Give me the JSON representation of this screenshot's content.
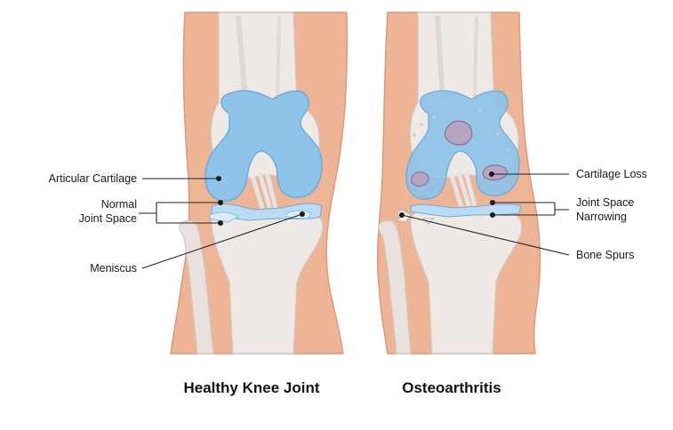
{
  "colors": {
    "skin": "#EDB596",
    "skin_edge": "#D99B7C",
    "bone": "#EFE9E6",
    "bone_shadow": "#DAD2CE",
    "bone_edge": "#D2C8C3",
    "cartilage": "#8EC3EA",
    "cartilage_light": "#B9DCF4",
    "cartilage_edge": "#6FAAD6",
    "damage": "#B7A3C2",
    "damage_edge": "#8E6F86",
    "text": "#1a1a1a"
  },
  "healthy": {
    "caption": "Healthy Knee Joint",
    "labels": {
      "articular_cartilage": "Articular Cartilage",
      "joint_space_line1": "Normal",
      "joint_space_line2": "Joint Space",
      "meniscus": "Meniscus"
    }
  },
  "osteoarthritis": {
    "caption": "Osteoarthritis",
    "labels": {
      "cartilage_loss": "Cartilage Loss",
      "narrowing_line1": "Joint Space",
      "narrowing_line2": "Narrowing",
      "bone_spurs": "Bone Spurs"
    }
  }
}
